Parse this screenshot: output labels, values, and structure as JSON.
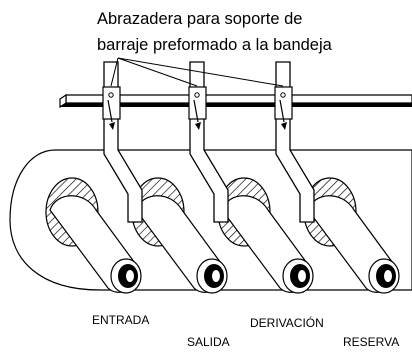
{
  "caption": {
    "line1": "Abrazadera para soporte de",
    "line2": "barraje preformado a la bandeja"
  },
  "labels": {
    "entrada": "ENTRADA",
    "salida": "SALIDA",
    "derivacion": "DERIVACIÓN",
    "reserva": "RESERVA"
  },
  "icons": [
    "busbar",
    "clamp",
    "bushing",
    "cable-tray",
    "hatched-collar"
  ]
}
